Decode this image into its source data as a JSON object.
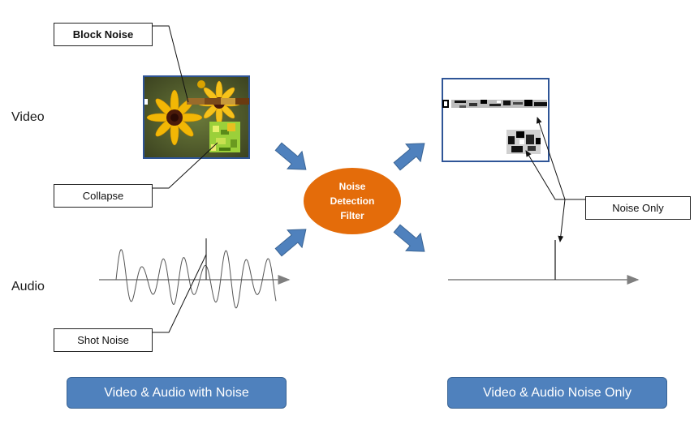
{
  "labels": {
    "video": "Video",
    "audio": "Audio"
  },
  "callouts": {
    "block_noise": "Block Noise",
    "collapse": "Collapse",
    "shot_noise": "Shot Noise",
    "noise_only": "Noise Only"
  },
  "filter": {
    "line1": "Noise",
    "line2": "Detection",
    "line3": "Filter"
  },
  "bottom": {
    "left": "Video & Audio with Noise",
    "right": "Video & Audio Noise Only"
  },
  "colors": {
    "arrow_blue": "#4f81bd",
    "filter_orange": "#e46c0a",
    "frame_blue": "#2f5597",
    "axis_gray": "#7f7f7f"
  }
}
